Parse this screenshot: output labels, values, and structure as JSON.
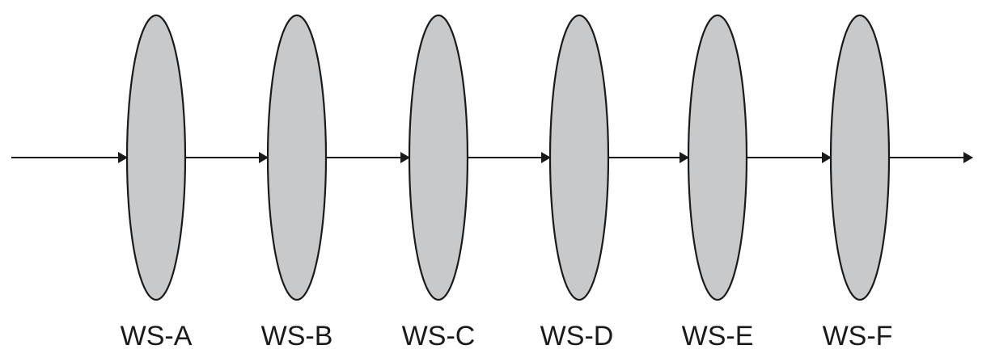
{
  "colors": {
    "node_fill": "#c8c9cb",
    "stroke": "#1a1a1a",
    "background": "#ffffff"
  },
  "nodes": [
    {
      "label": "WS-A"
    },
    {
      "label": "WS-B"
    },
    {
      "label": "WS-C"
    },
    {
      "label": "WS-D"
    },
    {
      "label": "WS-E"
    },
    {
      "label": "WS-F"
    }
  ]
}
